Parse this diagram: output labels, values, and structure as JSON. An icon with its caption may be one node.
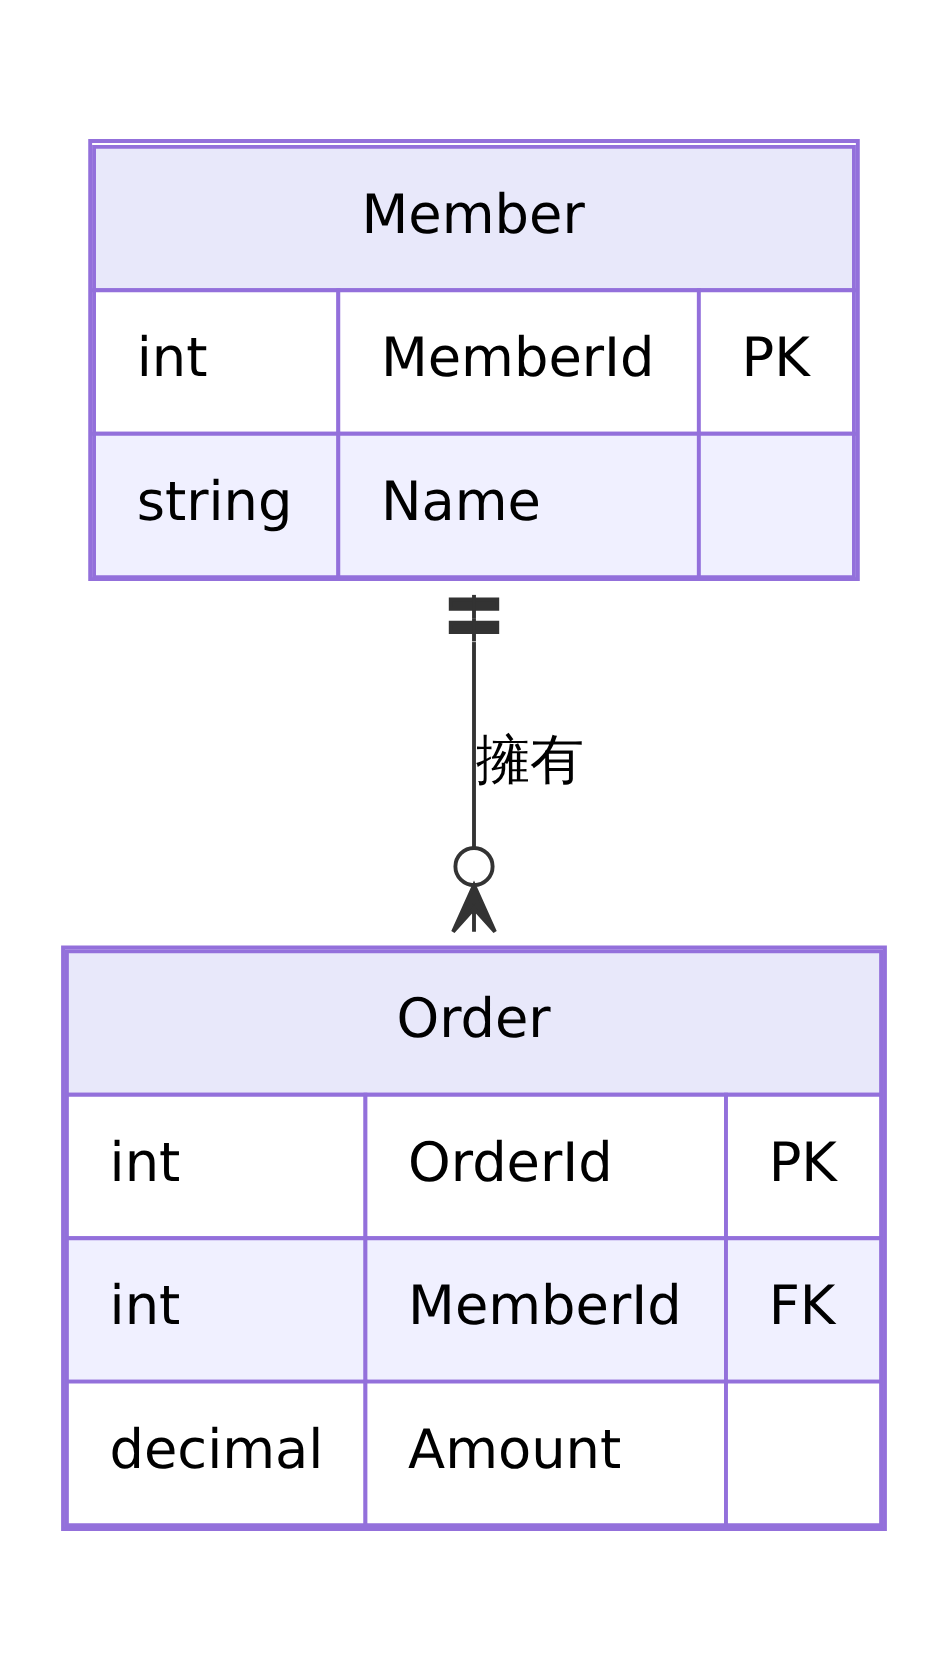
{
  "diagram": {
    "nodes": [
      {
        "text": [
          "Member",
          "int",
          "MemberId",
          "PK",
          "string",
          "Name"
        ]
      },
      {
        "text": [
          "Order",
          "int",
          "OrderId",
          "PK",
          "int",
          "MemberId",
          "FK",
          "decimal",
          "Amount"
        ]
      }
    ],
    "edges": [
      {
        "from": 0,
        "to": 1,
        "arrow": "other",
        "label": "擁有"
      }
    ]
  }
}
